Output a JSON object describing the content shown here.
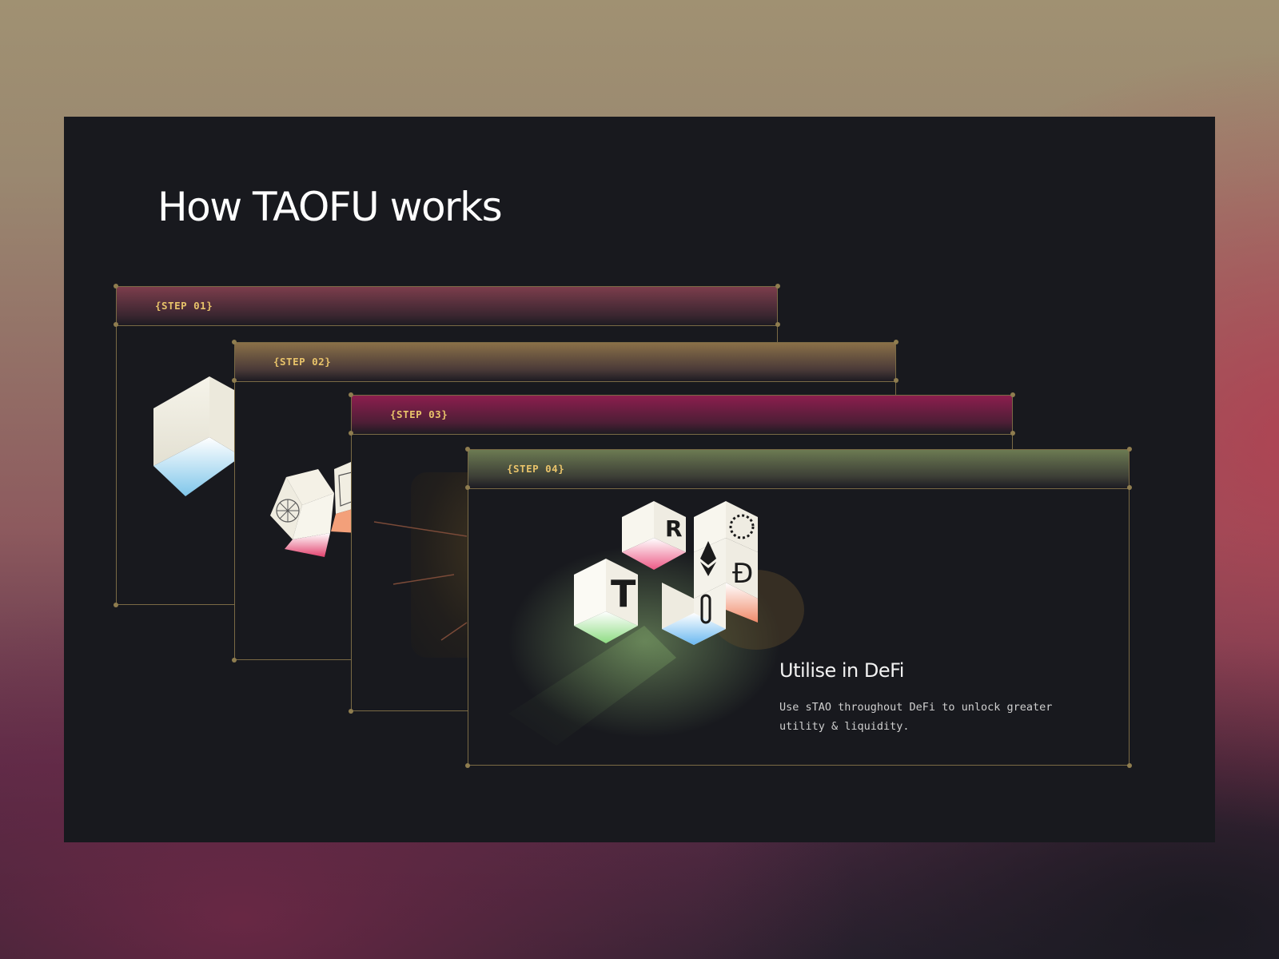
{
  "page": {
    "title": "How TAOFU works"
  },
  "steps": [
    {
      "label": "{STEP 01}"
    },
    {
      "label": "{STEP 02}"
    },
    {
      "label": "{STEP 03}"
    },
    {
      "label": "{STEP 04}",
      "title": "Utilise in DeFi",
      "description": "Use sTAO throughout DeFi to unlock greater utility & liquidity.",
      "icons": [
        "raydium-icon",
        "ring-dots-icon",
        "ethereum-icon",
        "tao-icon",
        "chainlink-icon",
        "dogecoin-icon"
      ]
    }
  ],
  "colors": {
    "background": "#18191e",
    "card_border": "#7a6a45",
    "step_label": "#e8c36a",
    "step1_header": "#7c3d4c",
    "step2_header": "#8a7048",
    "step3_header": "#8c1e4e",
    "step4_header": "#6c7a52"
  }
}
